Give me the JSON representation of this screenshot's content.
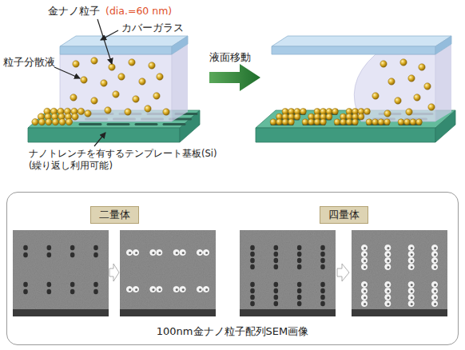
{
  "diagram": {
    "nodes": [
      {
        "text": [
          "100nm金ナノ粒子配列SEM画像"
        ]
      },
      {
        "text": [
          "二量体"
        ],
        "in": 0
      },
      {
        "text": [
          "四量体"
        ],
        "in": 0
      }
    ],
    "labels": [
      "金ナノ粒子",
      "(dia.=60 nm)",
      "カバーガラス",
      "粒子分散液",
      "液面移動",
      "ナノトレンチを有するテンプレート基板(Si) (繰り返し利用可能)"
    ]
  }
}
